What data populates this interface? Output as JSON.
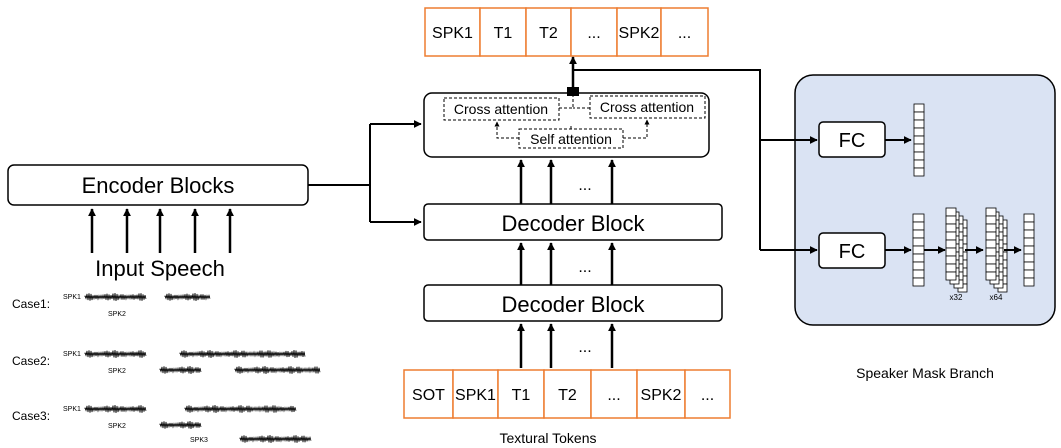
{
  "encoder": {
    "label": "Encoder Blocks",
    "input_label": "Input Speech"
  },
  "decoder": {
    "block_label": "Decoder Block",
    "ellipsis": "...",
    "cross_attention_label": "Cross attention",
    "self_attention_label": "Self attention"
  },
  "output_tokens": [
    "SPK1",
    "T1",
    "T2",
    "...",
    "SPK2",
    "..."
  ],
  "input_tokens": [
    "SOT",
    "SPK1",
    "T1",
    "T2",
    "...",
    "SPK2",
    "..."
  ],
  "input_tokens_caption": "Textural Tokens",
  "mask_branch": {
    "fc_label": "FC",
    "caption": "Speaker Mask Branch",
    "stack_labels": [
      "x32",
      "x64"
    ],
    "fill_color": "#dae3f3"
  },
  "cases": [
    {
      "label": "Case1:",
      "speakers": [
        "SPK1",
        "SPK2"
      ]
    },
    {
      "label": "Case2:",
      "speakers": [
        "SPK1",
        "SPK2"
      ]
    },
    {
      "label": "Case3:",
      "speakers": [
        "SPK1",
        "SPK2",
        "SPK3"
      ]
    }
  ],
  "colors": {
    "token_border": "#ed7d31",
    "line": "#000000"
  }
}
